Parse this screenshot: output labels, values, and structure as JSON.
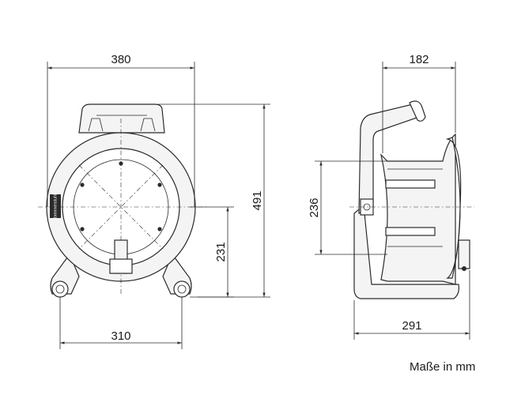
{
  "dimensions": {
    "front_width": "380",
    "front_height": "491",
    "drum_diameter": "231",
    "foot_span": "310",
    "side_depth": "182",
    "side_drum": "236",
    "side_base": "291"
  },
  "units_note": "Maße in mm",
  "brand_badge": "brennenstuhl",
  "colors": {
    "line": "#2b2b2b",
    "background": "#ffffff"
  }
}
